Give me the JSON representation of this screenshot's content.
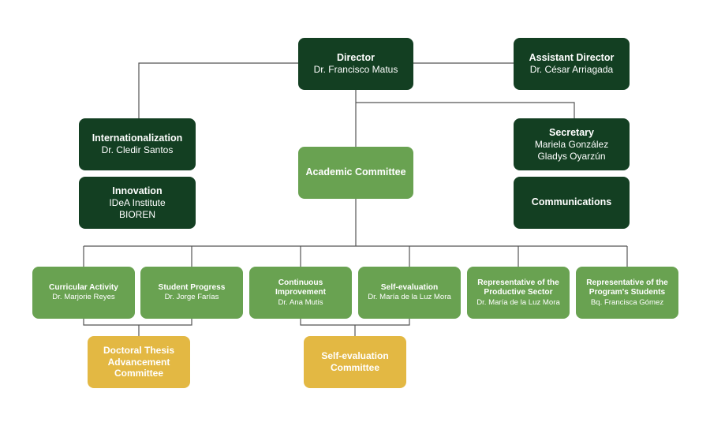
{
  "nodes": {
    "director": {
      "title": "Director",
      "lines": [
        "Dr. Francisco Matus"
      ]
    },
    "assistant": {
      "title": "Assistant Director",
      "lines": [
        "Dr. César Arriagada"
      ]
    },
    "internationalization": {
      "title": "Internationalization",
      "lines": [
        "Dr. Cledir Santos"
      ]
    },
    "innovation": {
      "title": "Innovation",
      "lines": [
        "IDeA Institute",
        "BIOREN"
      ]
    },
    "academic": {
      "title": "Academic Committee",
      "lines": []
    },
    "secretary": {
      "title": "Secretary",
      "lines": [
        "Mariela González",
        "Gladys Oyarzún"
      ]
    },
    "communications": {
      "title": "Communications",
      "lines": []
    },
    "curricular": {
      "title": "Curricular Activity",
      "lines": [
        "Dr. Marjorie Reyes"
      ]
    },
    "student_progress": {
      "title": "Student Progress",
      "lines": [
        "Dr. Jorge Farías"
      ]
    },
    "continuous": {
      "title": "Continuous Improvement",
      "lines": [
        "Dr. Ana Mutis"
      ]
    },
    "self_eval": {
      "title": "Self-evaluation",
      "lines": [
        "Dr. María de la Luz Mora"
      ]
    },
    "productive": {
      "title": "Representative of the Productive Sector",
      "lines": [
        "Dr. María de la Luz Mora"
      ]
    },
    "students_rep": {
      "title": "Representative of the Program's Students",
      "lines": [
        "Bq. Francisca Gómez"
      ]
    },
    "doctoral": {
      "title": "Doctoral Thesis Advancement Committee",
      "lines": []
    },
    "self_eval_committee": {
      "title": "Self-evaluation Committee",
      "lines": []
    }
  },
  "colors": {
    "dark": "#133f22",
    "medium": "#69a251",
    "gold": "#e3b843",
    "connector": "#555555"
  }
}
